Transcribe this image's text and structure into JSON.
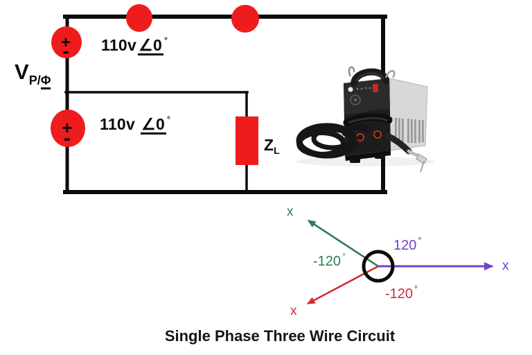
{
  "title": "Single Phase Three Wire Circuit",
  "colors": {
    "circuit_red": "#EE1C1C",
    "wire_black": "#0B0B0B",
    "phasor_green": "#2E7D54",
    "phasor_purple": "#7142C8",
    "phasor_red": "#D22B35"
  },
  "circuit": {
    "phase_label": {
      "v": "V",
      "sub": "P/",
      "phi": "Φ"
    },
    "top_source": {
      "plus": "+",
      "minus": "-",
      "voltage": "110v",
      "angle_symbol": "∠",
      "angle_value": "0",
      "degree": "°"
    },
    "bottom_source": {
      "plus": "+",
      "minus": "-",
      "voltage": "110v",
      "angle_symbol": "∠",
      "angle_value": "0",
      "degree": "°"
    },
    "load": {
      "symbol": "Z",
      "sub": "L"
    }
  },
  "phasor": {
    "purple_axis": {
      "tip": "x",
      "angle": "120",
      "degree": "°"
    },
    "green_axis": {
      "tip": "x",
      "angle": "-120",
      "degree": "°"
    },
    "red_axis": {
      "tip": "x",
      "angle": "-120",
      "degree": "°"
    }
  }
}
